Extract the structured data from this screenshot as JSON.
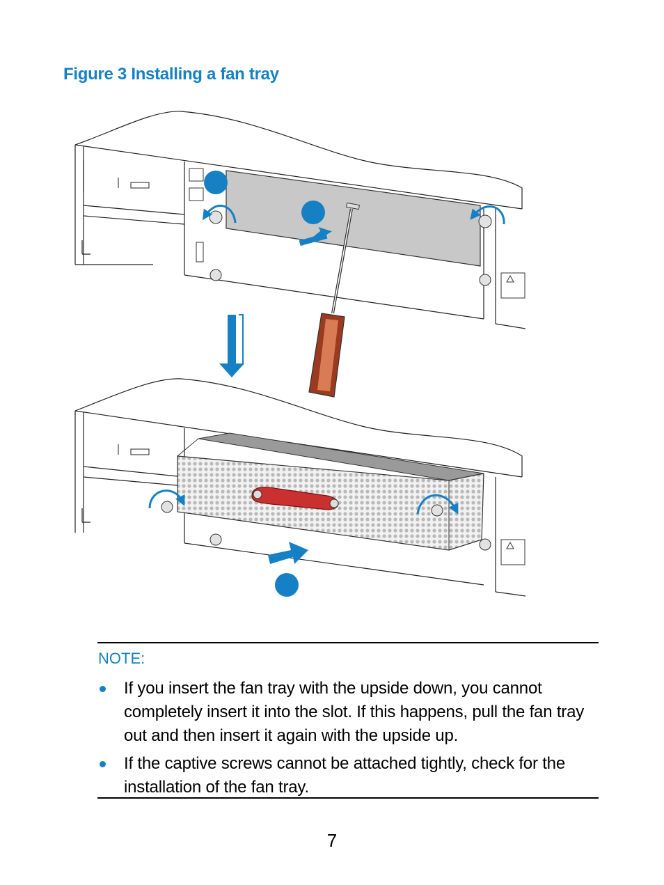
{
  "figure": {
    "title": "Figure 3 Installing a fan tray",
    "colors": {
      "accent": "#1581c4",
      "handle": "#c8312f",
      "panel": "#c8c8c8",
      "screwdriver": "#9b3a1e"
    }
  },
  "note": {
    "label": "NOTE:",
    "items": [
      "If you insert the fan tray with the upside down, you cannot completely insert it into the slot. If this happens, pull the fan tray out and then insert it again with the upside up.",
      "If the captive screws cannot be attached tightly, check for the installation of the fan tray."
    ]
  },
  "page": {
    "number": "7"
  }
}
